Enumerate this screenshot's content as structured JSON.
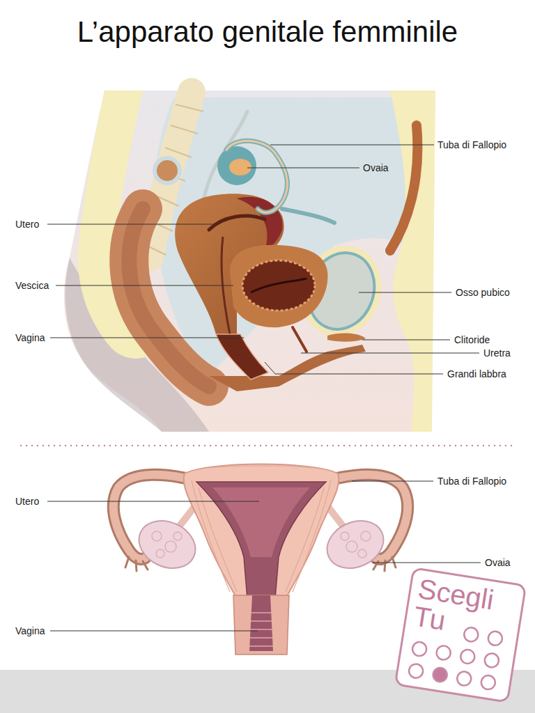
{
  "diagram": {
    "title": "L’apparato genitale femminile",
    "nodes": [
      {
        "text": [
          "Scegli Tu"
        ]
      }
    ],
    "labels": [
      "Tuba di Fallopio",
      "Ovaia",
      "Utero",
      "Vescica",
      "Osso pubico",
      "Vagina",
      "Clitoride",
      "Uretra",
      "Grandi labbra",
      "Tuba di Fallopio",
      "Utero",
      "Ovaia",
      "Vagina"
    ]
  }
}
